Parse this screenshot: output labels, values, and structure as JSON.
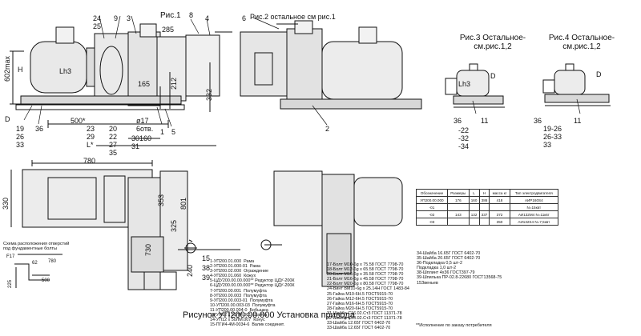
{
  "caption": "Рисунок   УП200.00.000  Установка привода",
  "footnote": "**Исполнение по заказу потребителя",
  "main_view": {
    "fig_label": "Рис.1",
    "callouts": [
      "24",
      "25",
      "9",
      "3",
      "8",
      "4",
      "D",
      "19",
      "26",
      "33",
      "36",
      "23",
      "29",
      "20",
      "22",
      "27",
      "30",
      "31",
      "35",
      "1",
      "5"
    ],
    "dims": {
      "dim_285": "285",
      "dim_602max": "602max",
      "H": "H",
      "L_h3": "Lh3",
      "dim_165": "165",
      "dim_212": "212",
      "dim_332": "332",
      "dim_500": "500*",
      "L": "L*",
      "phi17": "ø17",
      "holes": "6отв.",
      "dim_160": "160"
    }
  },
  "fig2": {
    "callout": "6",
    "label": "Рис.2 остальное см рис.1",
    "callout_2": "2"
  },
  "fig3": {
    "label": "Рис.3 Остальное-см.рис.1,2",
    "l_h3": "Lh3",
    "d": "D",
    "callouts": [
      "36",
      "11",
      "-22",
      "-32",
      "-34"
    ]
  },
  "fig4": {
    "label": "Рис.4 Остальное-см.рис.1,2",
    "d": "D",
    "callouts": [
      "36",
      "11",
      "19-26",
      "26-33",
      "33"
    ]
  },
  "plan_view": {
    "dim_780": "780",
    "dim_330": "330",
    "dim_801": "801",
    "dim_353": "353",
    "dim_325": "325",
    "dim_730": "730",
    "dim_240": "240",
    "callouts": [
      "15",
      "38",
      "39"
    ]
  },
  "hole_layout": {
    "title_1": "Схема расположения отверстий",
    "title_2": "под фундаментные болты",
    "f17": "F17",
    "dim_780": "780",
    "dim_62": "62",
    "dim_500": "500",
    "dim_225": "225"
  },
  "size_table": {
    "headers": [
      "Обозначение",
      "Размеры",
      "L",
      "H",
      "масса кг",
      "Тип электродвигателя"
    ],
    "rows": [
      [
        "УП200.00.000",
        "176",
        "160",
        "386",
        "418",
        "АИР160S4"
      ],
      [
        "-01",
        "",
        "",
        "",
        "",
        "N=15квт"
      ],
      [
        "-02",
        "143",
        "132",
        "337",
        "372",
        "АИ132М4 N=11квт"
      ],
      [
        "-03",
        "",
        "",
        "",
        "350",
        "АИ132S4 N=7,5квт"
      ]
    ]
  },
  "parts": {
    "col1": "1-УП200.01.000  Рама\n2-УП200.01.000-01  Рама\n3-УП200.02.000  Ограждение\n4-УП200.01.060  Кожух\n5-ЦДУ200.00.00.000** Редуктор ЦДУ-200К\n6-ЦДУ200.00.00.000** Редуктор ЦДУ-200К\n7-УП200.00.001  Полумуфта\n8-УП200.00.003  Полумуфта\n9-УП200.00.003-01  Полумуфта\n10-УП200.00.003-03  Полумуфта\n11-УП200.00.004-0  Бобышка\n13-УП12 х 50ЛМ.001  Шайба\n14-УП12 х 50ЛМ.007  Конус\n15-ПГИ4-4М-0034-6  Валик соединит.",
    "col2": "17-Болт М10-6g х 75.58 ГОСТ 7798-70\n18-Болт М12-6g х 65.58 ГОСТ 7798-70\n20-Болт М16-6g х 35.58 ГОСТ 7798-70\n21-Болт М16-6g х 45.58 ГОСТ 7798-70\n22-Болт М20-6g х 80.58 ГОСТ 7798-70\n24-Винт ВМ10-6g х 25.14Н ГОСТ 1483-84\n25-Гайка М10-6Н.5 ГОСТ5915-70\n26-Гайка М12-6Н.5 ГОСТ5915-70\n27-Гайка М16-6Н.5 ГОСТ5915-70\n28-Гайка М20-6Н.5 ГОСТ5915-70\n31-Шайба С16.02.Ст3 ГОСТ 11371-78\n32-Шайба С20.02.Ст3 ГОСТ 11371-78\n33-Шайба 12.65Г ГОСТ 6402-70\n33-Шайба 12.65Г ГОСТ 6402-70",
    "col3": "34-Шайба 16.65Г ГОСТ 6402-70\n35-Шайба 20.65Г ГОСТ 6402-70\n36-Подкладка 0,5 шт-2\nПодкладка 1,0 шт-2\n38-Шплинт 4х36 ГОСТ397-79\n39-Шпилька ПР-02.8-22680 ГОСТ13568-75\n15Звеньев",
    "col4": ""
  }
}
